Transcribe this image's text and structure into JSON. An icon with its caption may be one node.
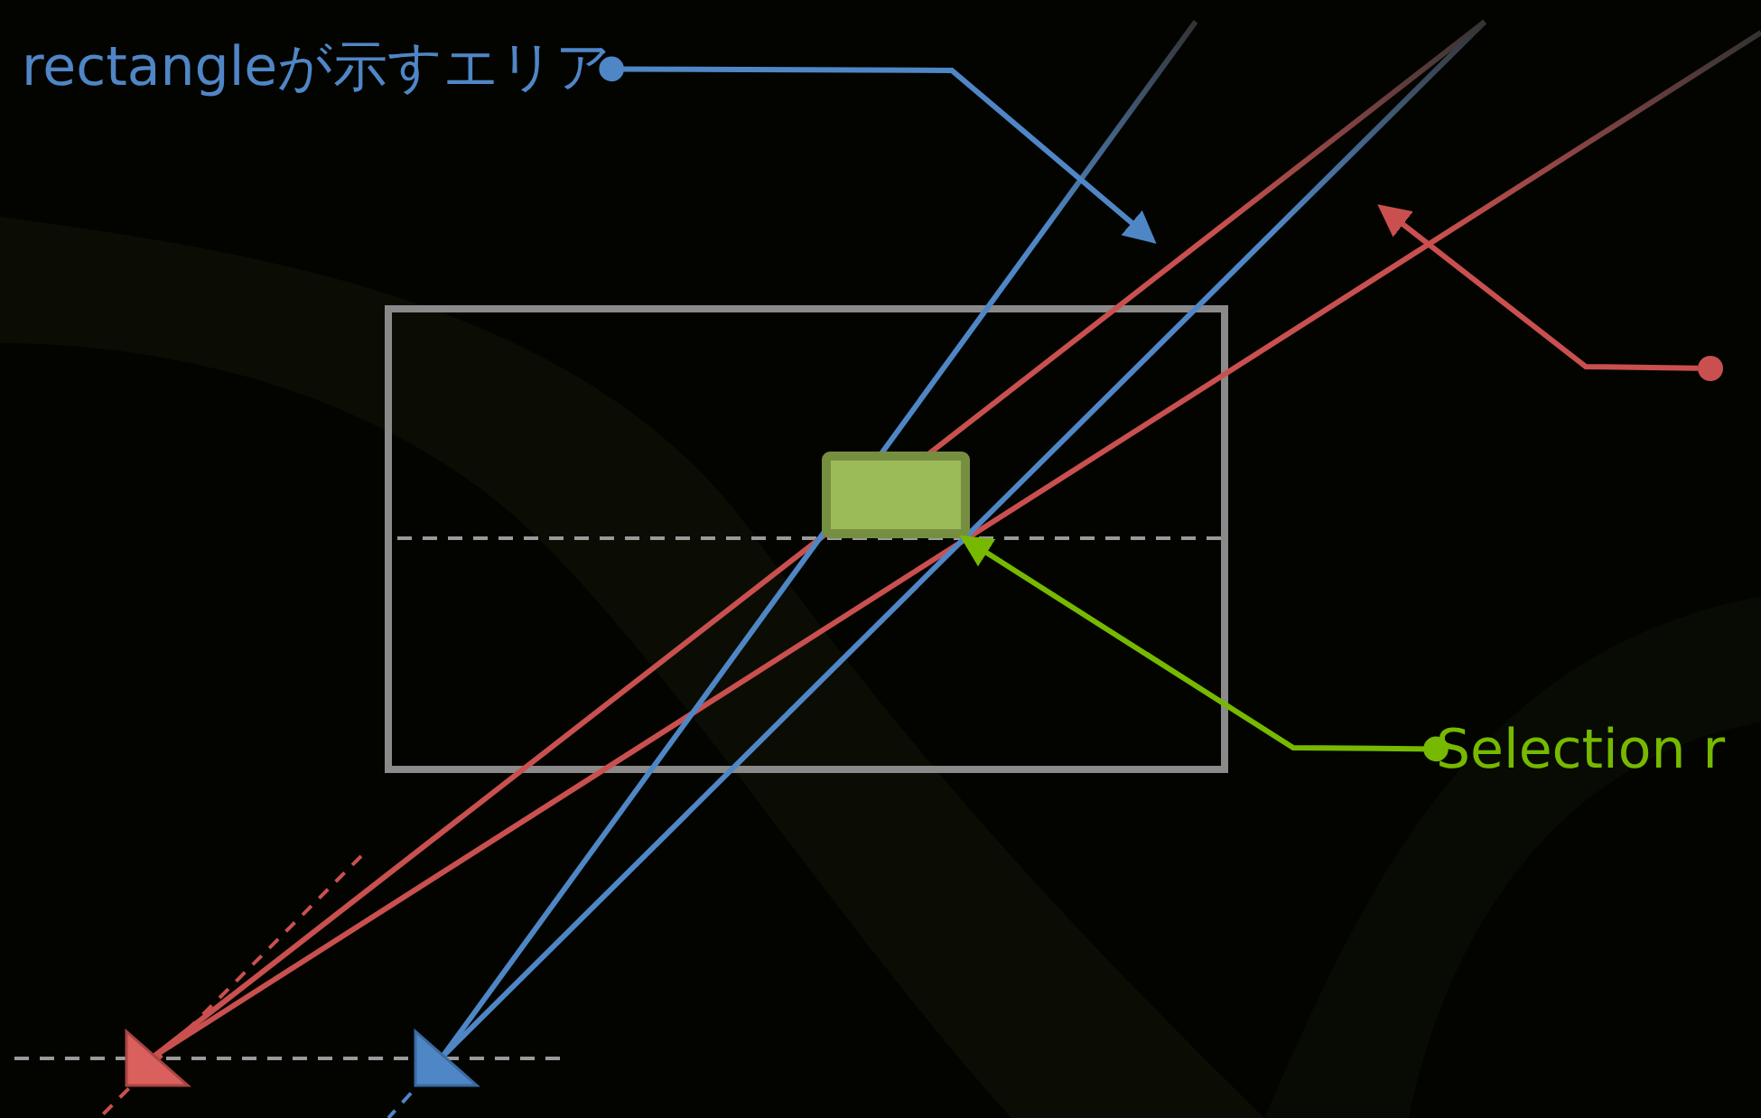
{
  "diagram": {
    "nodes": [
      {
        "text": [
          "rectangleが示すエリア"
        ]
      },
      {
        "text": [],
        "shape": "circle"
      },
      {
        "text": [
          "Selection r"
        ]
      },
      {
        "text": [],
        "shape": "box"
      }
    ],
    "edges": [
      {
        "from": 0,
        "to": null,
        "arrow": "to",
        "color": "#4f86c6"
      },
      {
        "from": 1,
        "to": null,
        "arrow": "to",
        "color": "#c9504f"
      },
      {
        "from": 2,
        "to": 3,
        "arrow": "to",
        "color": "#76b900"
      }
    ]
  }
}
